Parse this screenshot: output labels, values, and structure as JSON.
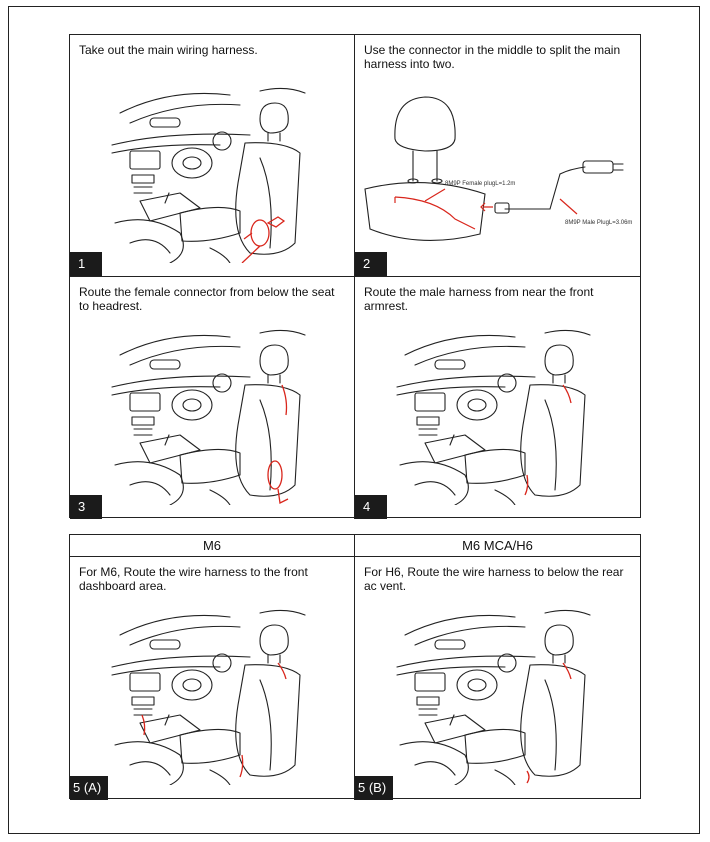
{
  "steps": [
    {
      "number": "1",
      "text": "Take out the main wiring harness."
    },
    {
      "number": "2",
      "text": "Use the connector in the middle to split the main harness into two."
    },
    {
      "number": "3",
      "text": "Route the female connector from below the seat to headrest."
    },
    {
      "number": "4",
      "text": "Route the male harness from near the front armrest."
    }
  ],
  "harness_labels": {
    "female": "8M9P Female plugL=1.2m",
    "male": "8M9P Male PlugL=3.06m"
  },
  "variants": [
    {
      "header": "M6",
      "text": "For M6, Route the wire harness to the front dashboard area.",
      "number": "5 (A)"
    },
    {
      "header": "M6 MCA/H6",
      "text": "For H6, Route the wire harness to below the rear ac vent.",
      "number": "5 (B)"
    }
  ],
  "colors": {
    "accent": "#d9261c",
    "line": "#222222"
  }
}
